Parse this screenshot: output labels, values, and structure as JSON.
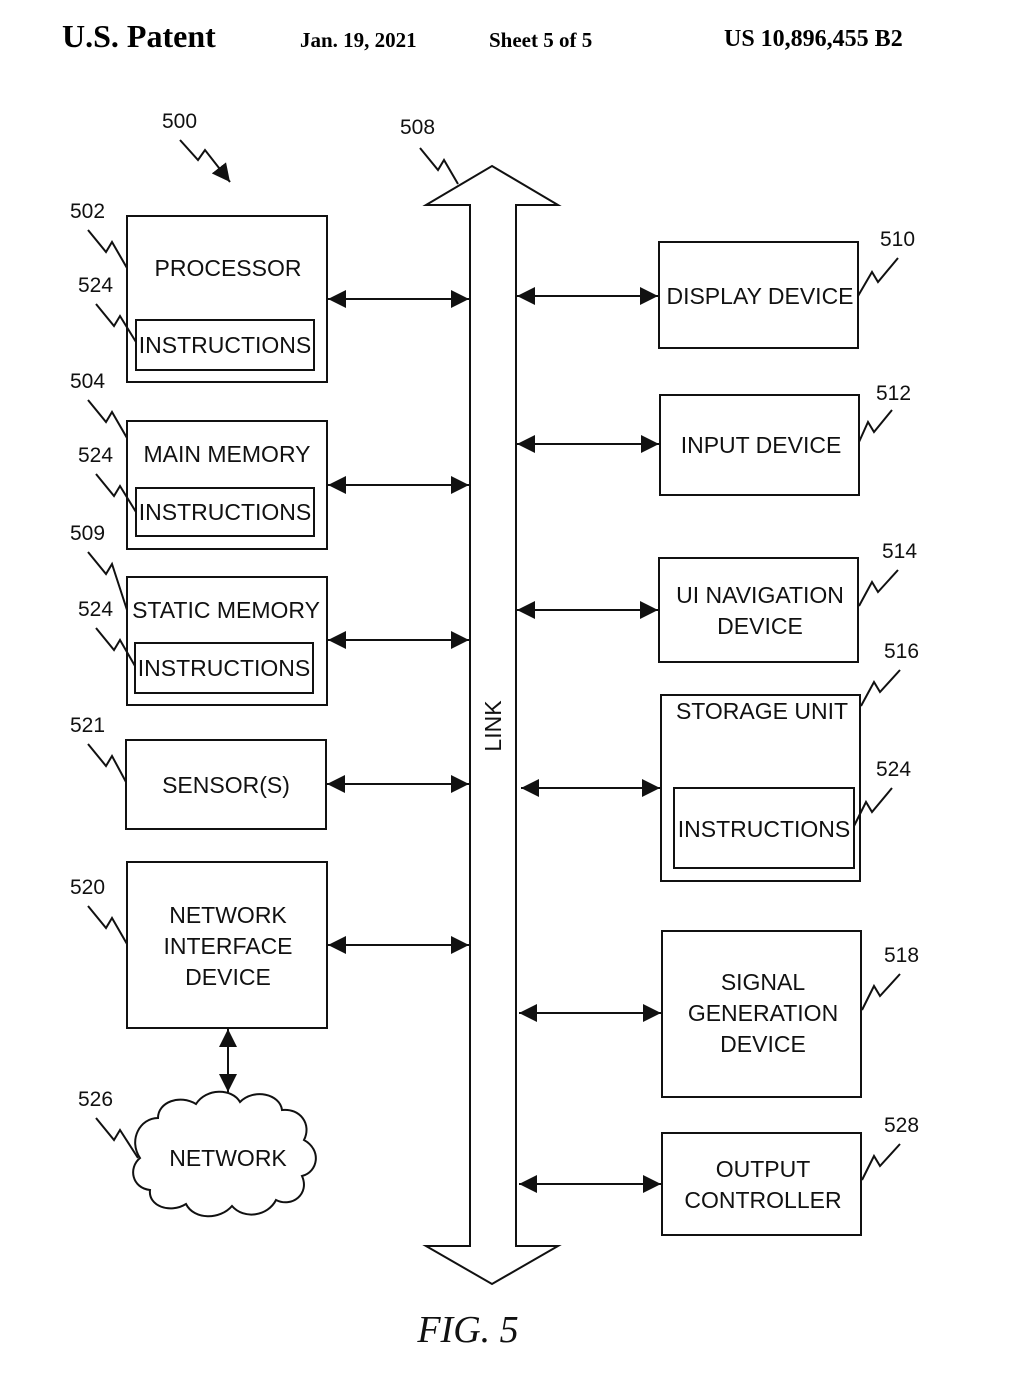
{
  "header": {
    "title": "U.S. Patent",
    "date": "Jan. 19, 2021",
    "sheet": "Sheet 5 of 5",
    "patent_number": "US 10,896,455 B2"
  },
  "figure_label": "FIG. 5",
  "refs": {
    "system": "500",
    "link": "508",
    "processor": "502",
    "main_memory": "504",
    "static_memory": "509",
    "sensors": "521",
    "network_interface": "520",
    "network": "526",
    "instructions": "524",
    "display": "510",
    "input": "512",
    "ui_navigation": "514",
    "storage": "516",
    "signal_generation": "518",
    "output_controller": "528"
  },
  "labels": {
    "link": "LINK",
    "processor": "PROCESSOR",
    "main_memory": "MAIN MEMORY",
    "static_memory": "STATIC MEMORY",
    "instructions": "INSTRUCTIONS",
    "sensors": "SENSOR(S)",
    "network_interface": [
      "NETWORK",
      "INTERFACE",
      "DEVICE"
    ],
    "network": "NETWORK",
    "display": "DISPLAY DEVICE",
    "input": "INPUT DEVICE",
    "ui_navigation": [
      "UI NAVIGATION",
      "DEVICE"
    ],
    "storage": "STORAGE UNIT",
    "signal_generation": [
      "SIGNAL",
      "GENERATION",
      "DEVICE"
    ],
    "output_controller": [
      "OUTPUT",
      "CONTROLLER"
    ]
  }
}
